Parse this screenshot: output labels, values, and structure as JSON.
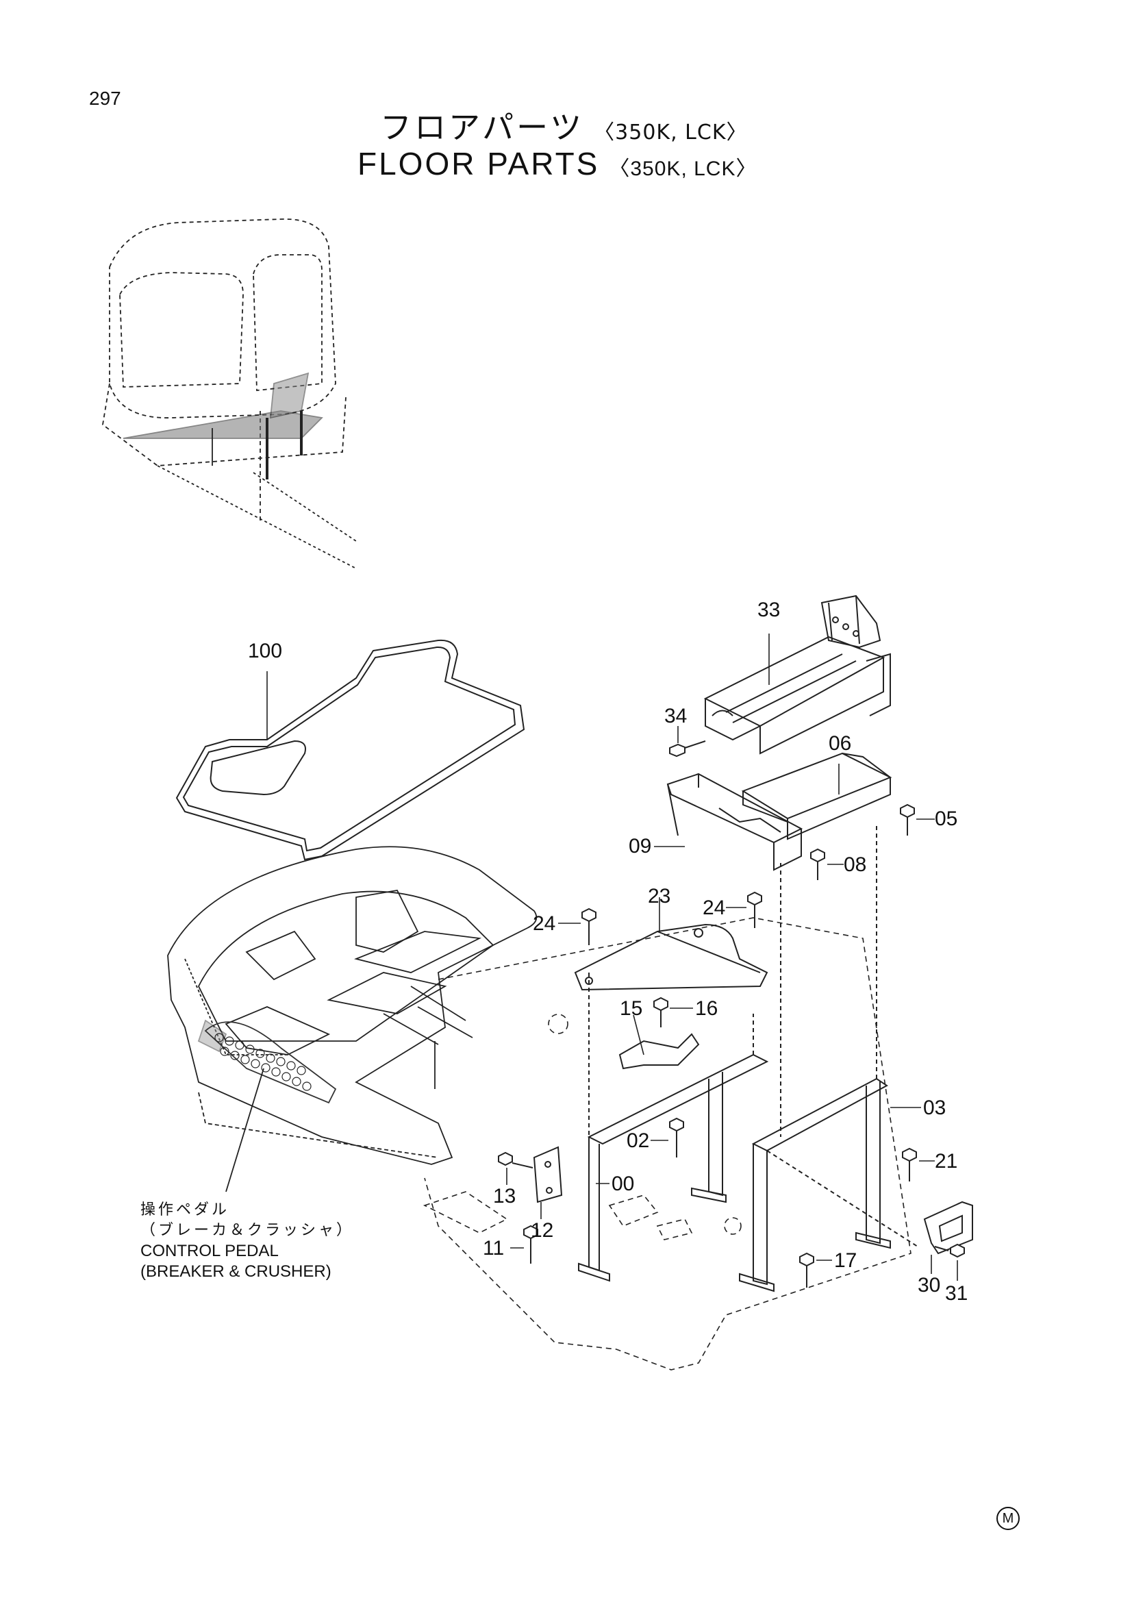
{
  "page": {
    "number": "297"
  },
  "title": {
    "jp": "フロアパーツ",
    "en": "FLOOR PARTS",
    "variant": "〈350K, LCK〉"
  },
  "callouts": {
    "p100": "100",
    "p33": "33",
    "p34": "34",
    "p06": "06",
    "p05": "05",
    "p09": "09",
    "p08": "08",
    "p23": "23",
    "p24a": "24",
    "p24b": "24",
    "p15": "15",
    "p16": "16",
    "p03": "03",
    "p02": "02",
    "p21": "21",
    "p13": "13",
    "p00": "00",
    "p12": "12",
    "p11": "11",
    "p17": "17",
    "p30": "30",
    "p31": "31"
  },
  "caption": {
    "jp_line1": "操作ペダル",
    "jp_line2": "（ブレーカ＆クラッシャ）",
    "en_line1": "CONTROL PEDAL",
    "en_line2": "(BREAKER & CRUSHER)"
  },
  "mark": "M"
}
